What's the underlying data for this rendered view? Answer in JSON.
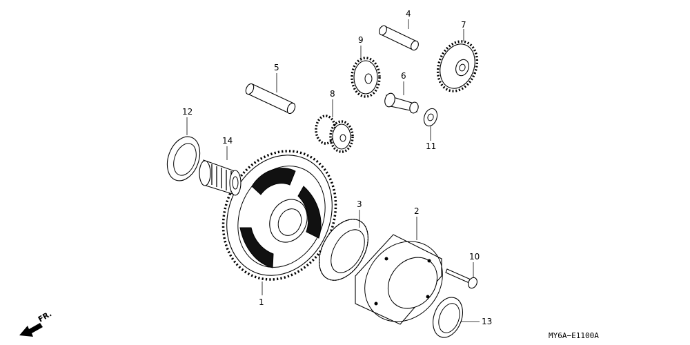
{
  "diagram": {
    "callouts": [
      "1",
      "2",
      "3",
      "4",
      "5",
      "6",
      "7",
      "8",
      "9",
      "10",
      "11",
      "12",
      "13",
      "14"
    ],
    "drawing_code": "MY6A−E1100A",
    "front_indicator": "FR."
  }
}
